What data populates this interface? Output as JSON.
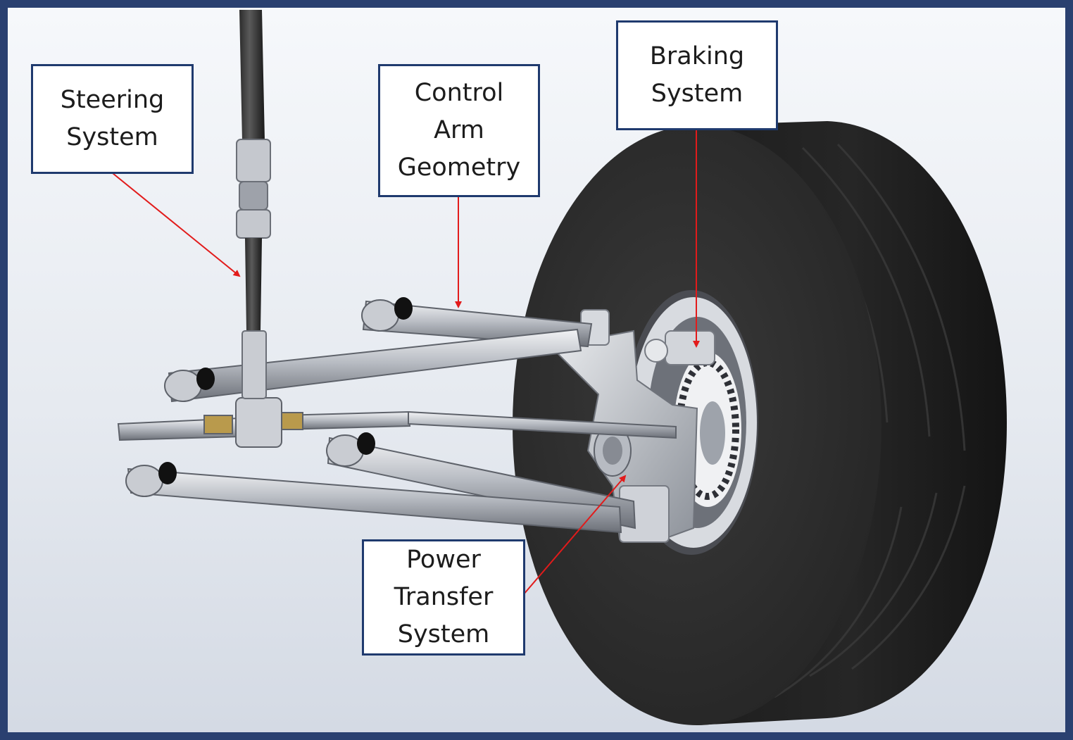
{
  "figure": {
    "subject": "front suspension assembly with wheel",
    "colors": {
      "border": "#2a4070",
      "callout_border": "#1f3a6e",
      "leader_line": "#e21b1b",
      "tire": "#2b2b2b",
      "metal": "#b8bcc4",
      "background_top": "#f4f6fa",
      "background_bottom": "#d7dde6"
    },
    "callouts": {
      "steering": {
        "line1": "Steering",
        "line2": "System"
      },
      "control_arm": {
        "line1": "Control",
        "line2": "Arm",
        "line3": "Geometry"
      },
      "braking": {
        "line1": "Braking",
        "line2": "System"
      },
      "power_transfer": {
        "line1": "Power",
        "line2": "Transfer",
        "line3": "System"
      }
    }
  }
}
